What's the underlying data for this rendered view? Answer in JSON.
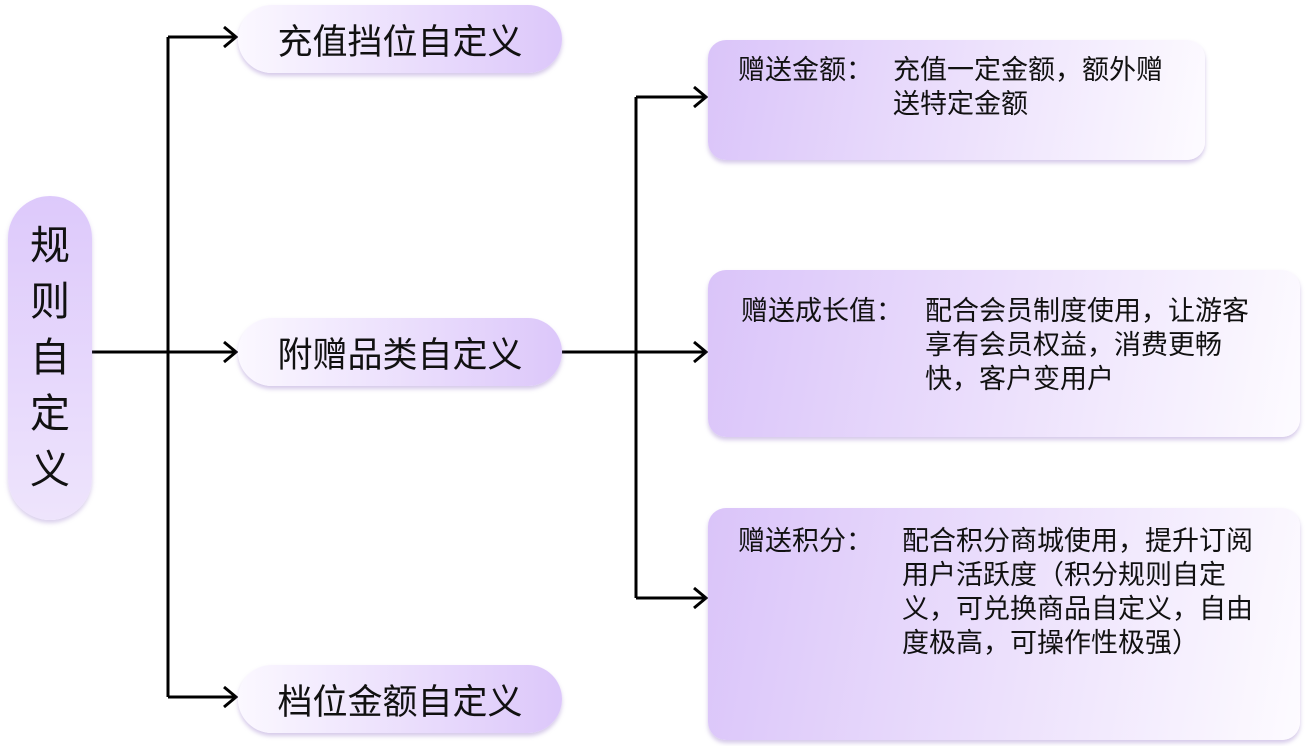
{
  "root": {
    "chars": [
      "规",
      "则",
      "自",
      "定",
      "义"
    ]
  },
  "branches": [
    {
      "label": "充值挡位自定义"
    },
    {
      "label": "附赠品类自定义"
    },
    {
      "label": "档位金额自定义"
    }
  ],
  "details": [
    {
      "label": "赠送金额：",
      "text": "充值一定金额，额外赠送特定金额"
    },
    {
      "label": "赠送成长值：",
      "text": "配合会员制度使用，让游客享有会员权益，消费更畅快，客户变用户"
    },
    {
      "label": "赠送积分：",
      "text": "配合积分商城使用，提升订阅用户活跃度（积分规则自定义，可兑换商品自定义，自由度极高，可操作性极强）"
    }
  ]
}
